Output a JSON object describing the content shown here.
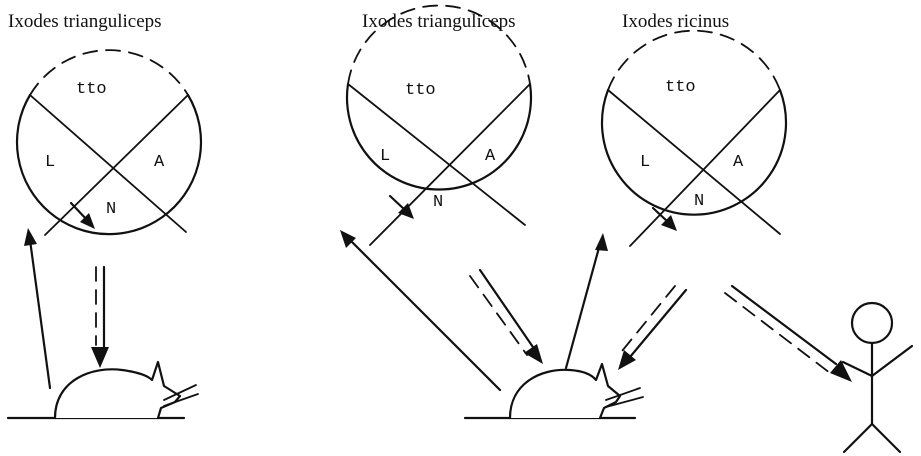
{
  "panels": [
    {
      "title": "Ixodes trianguliceps",
      "cycle": {
        "tto": "tto",
        "larva": "L",
        "adult": "A",
        "nymph": "N"
      }
    },
    {
      "title": "Ixodes trianguliceps",
      "cycle": {
        "tto": "tto",
        "larva": "L",
        "adult": "A",
        "nymph": "N"
      }
    },
    {
      "title": "Ixodes ricinus",
      "cycle": {
        "tto": "tto",
        "larva": "L",
        "adult": "A",
        "nymph": "N"
      }
    }
  ],
  "icons": {
    "host": "rodent-icon",
    "human": "human-stick-figure-icon"
  }
}
